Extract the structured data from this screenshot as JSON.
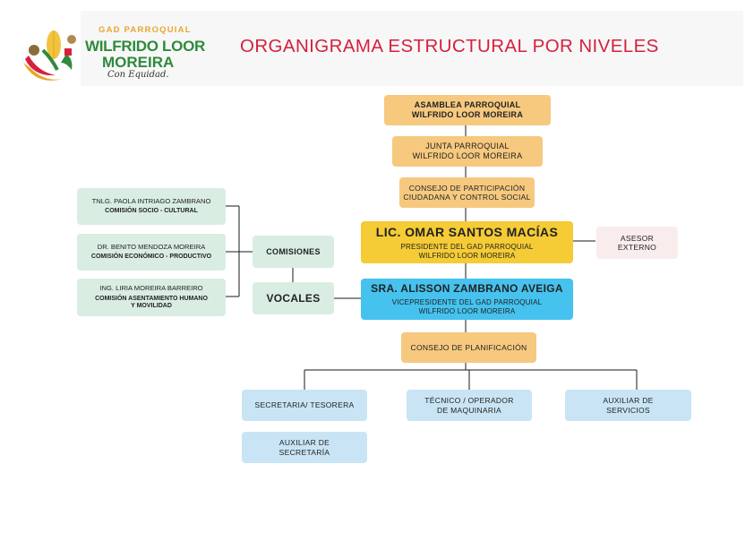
{
  "logo": {
    "line1": "GAD PARROQUIAL",
    "line2": "WILFRIDO LOOR",
    "line3": "MOREIRA",
    "tagline": "Con Equidad."
  },
  "title": "ORGANIGRAMA ESTRUCTURAL POR NIVELES",
  "nodes": {
    "asamblea": [
      "ASAMBLEA PARROQUIAL",
      "WILFRIDO LOOR MOREIRA"
    ],
    "junta": [
      "JUNTA PARROQUIAL",
      "WILFRIDO LOOR MOREIRA"
    ],
    "consejo_participacion": [
      "CONSEJO DE PARTICIPACIÓN",
      "CIUDADANA Y CONTROL SOCIAL"
    ],
    "presidente": {
      "name": "LIC. OMAR SANTOS MACÍAS",
      "role": [
        "PRESIDENTE DEL GAD PARROQUIAL",
        "WILFRIDO LOOR MOREIRA"
      ]
    },
    "asesor": [
      "ASESOR",
      "EXTERNO"
    ],
    "vicepresidente": {
      "name": "SRA. ALISSON ZAMBRANO AVEIGA",
      "role": [
        "VICEPRESIDENTE DEL GAD PARROQUIAL",
        "WILFRIDO LOOR MOREIRA"
      ]
    },
    "comisiones": "COMISIONES",
    "vocales": "VOCALES",
    "vocal1": {
      "name": "TNLG. PAOLA INTRIAGO ZAMBRANO",
      "commission": "COMISIÓN SOCIO - CULTURAL"
    },
    "vocal2": {
      "name": "DR. BENITO MENDOZA MOREIRA",
      "commission": "COMISIÓN ECONÓMICO - PRODUCTIVO"
    },
    "vocal3": {
      "name": "ING. LIRIA MOREIRA BARREIRO",
      "commission": [
        "COMISIÓN ASENTAMIENTO HUMANO",
        "Y MOVILIDAD"
      ]
    },
    "consejo_planificacion": "CONSEJO DE PLANIFICACIÓN",
    "secretaria": "SECRETARIA/ TESORERA",
    "tecnico": [
      "TÉCNICO / OPERADOR",
      "DE MAQUINARIA"
    ],
    "auxiliar_servicios": [
      "AUXILIAR DE",
      "SERVICIOS"
    ],
    "auxiliar_secretaria": [
      "AUXILIAR DE",
      "SECRETARÍA"
    ]
  }
}
